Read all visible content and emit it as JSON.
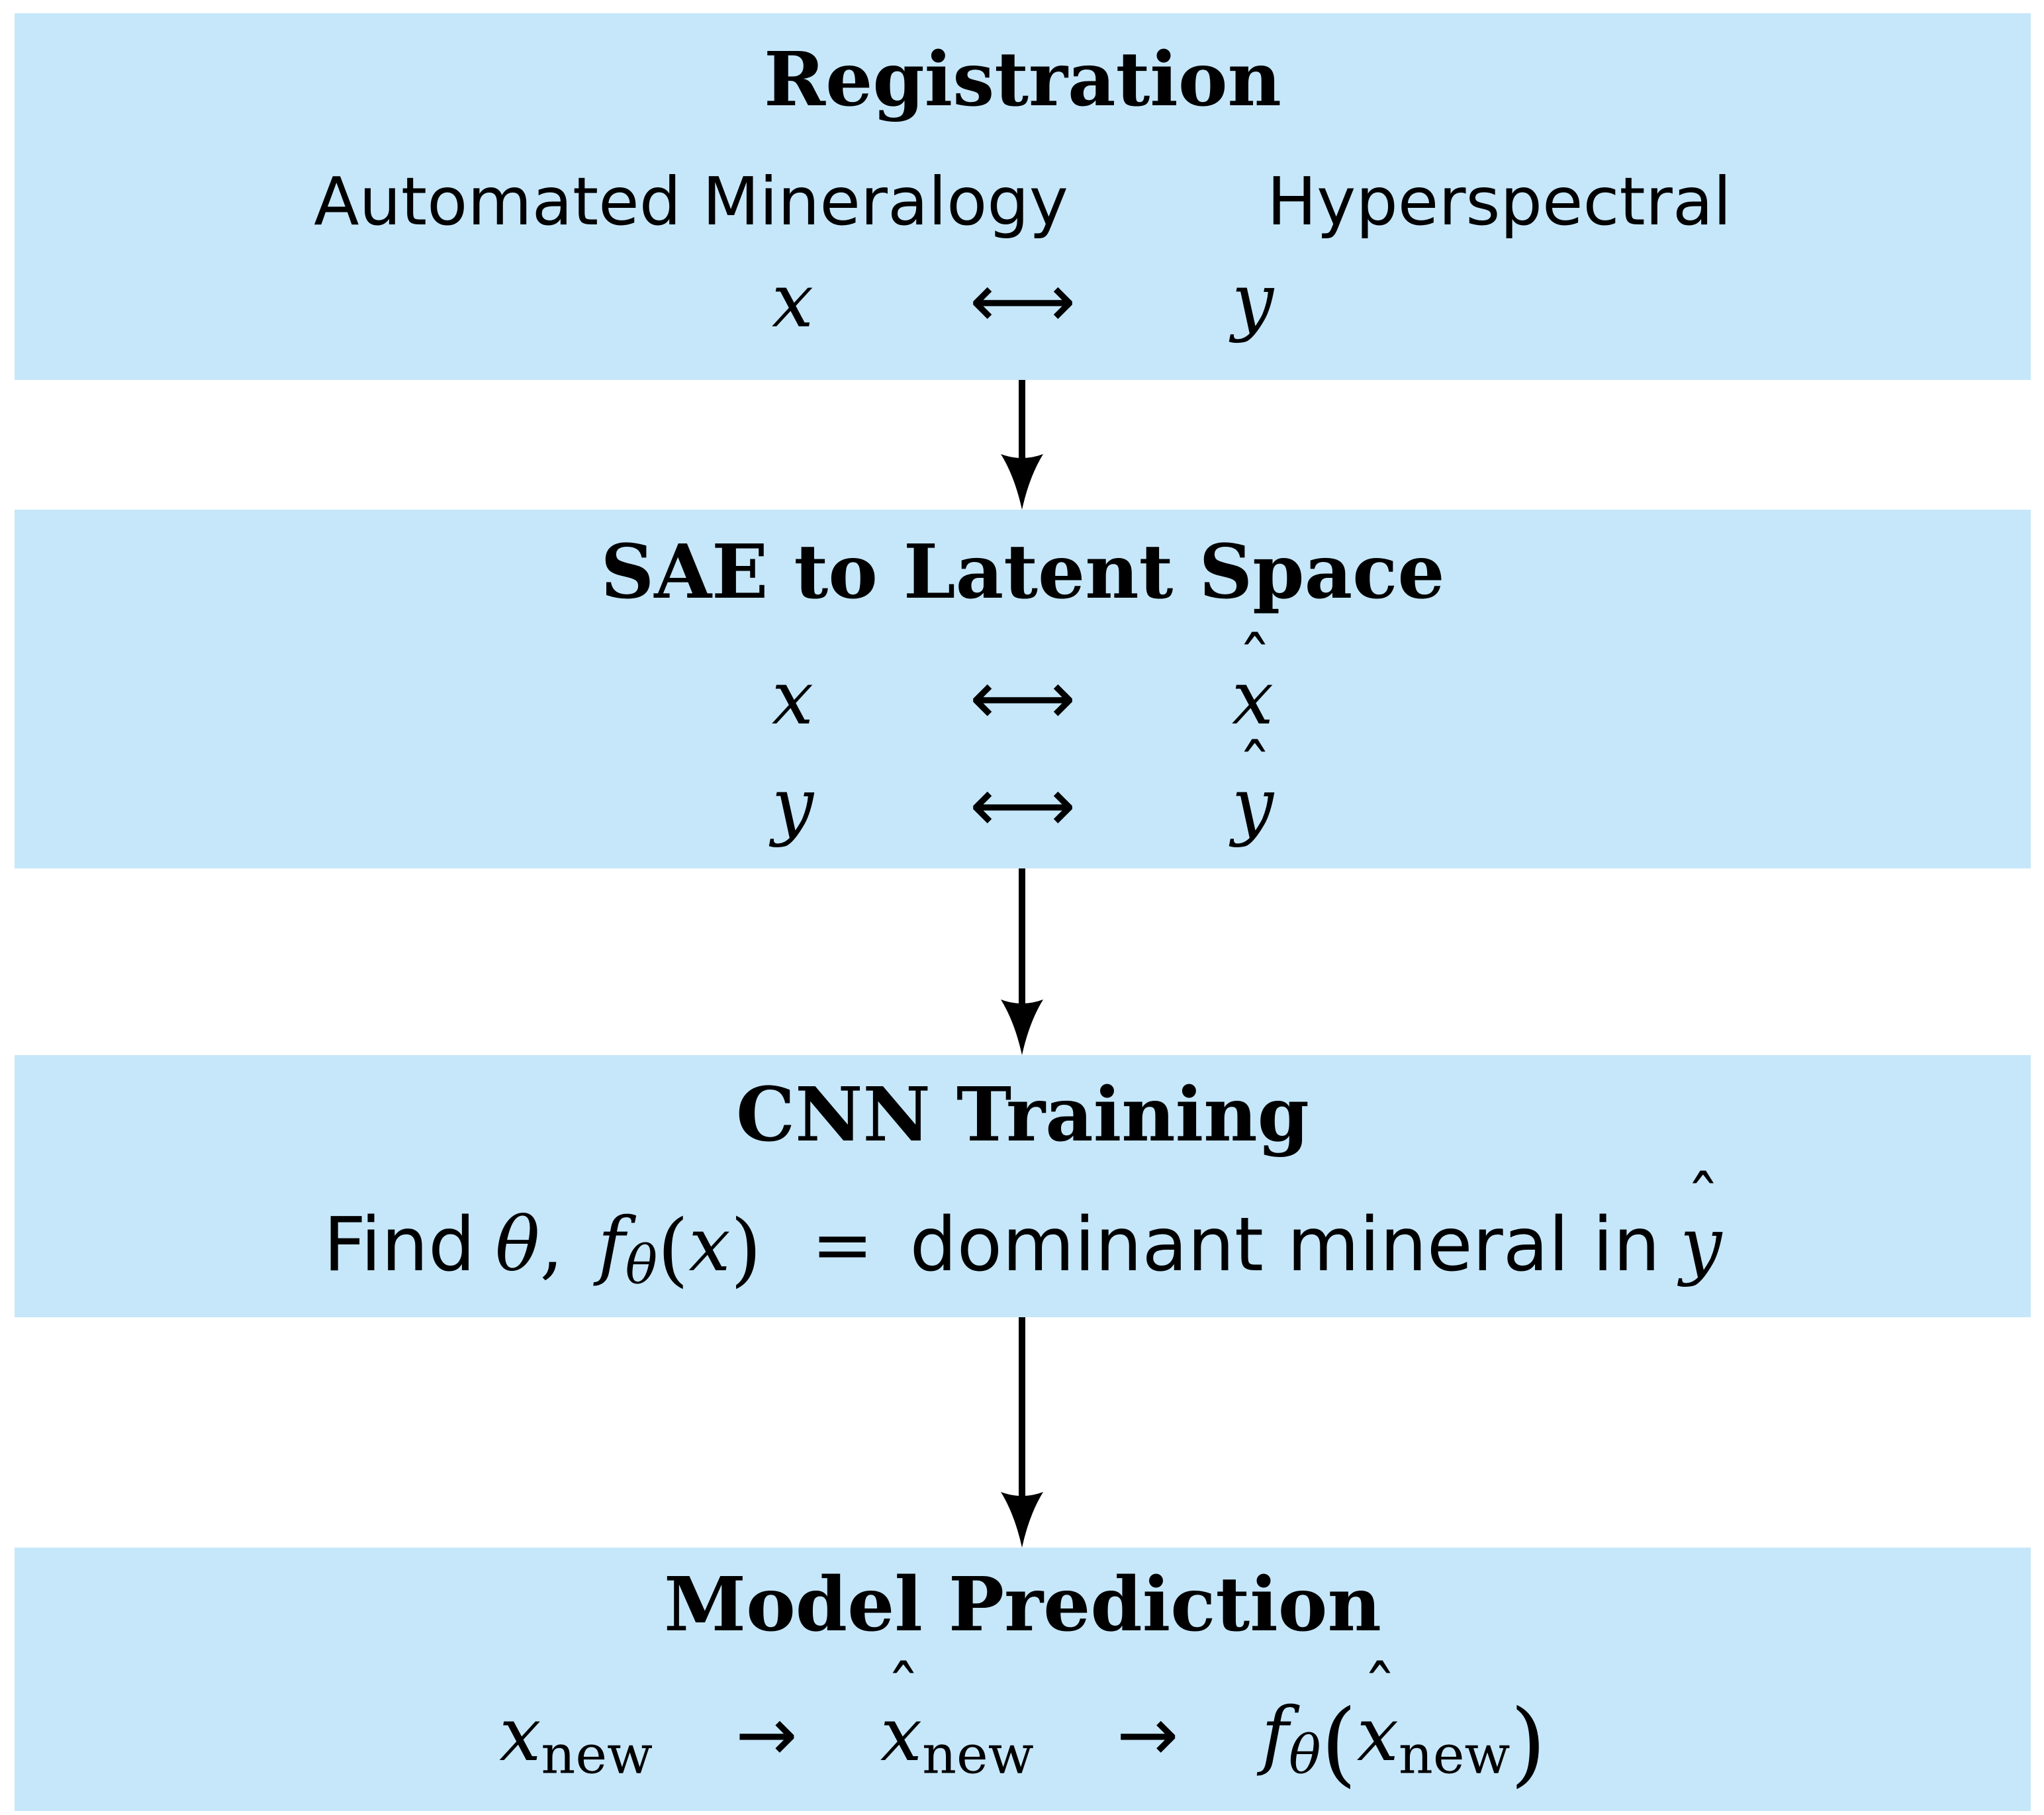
{
  "style": {
    "page_background": "#ffffff",
    "box_fill": "#c6e7fa",
    "text_color": "#000000",
    "arrow_color": "#000000"
  },
  "symbols": {
    "hat_accent": "ˆ",
    "long_left_right_arrow": "⟷",
    "right_arrow": "→",
    "theta": "θ",
    "equals_sign": "=",
    "comma": ",",
    "left_paren": "(",
    "right_paren": ")",
    "f": "f",
    "x": "x",
    "y": "y"
  },
  "boxes": {
    "registration": {
      "title": "Registration",
      "label_left": "Automated Mineralogy",
      "label_right": "Hyperspectral"
    },
    "sae": {
      "title": "SAE to Latent Space"
    },
    "cnn_training": {
      "title": "CNN Training",
      "find_word": "Find",
      "tail_text": "dominant mineral in"
    },
    "model_prediction": {
      "title": "Model Prediction",
      "subscript_label": "new"
    }
  }
}
